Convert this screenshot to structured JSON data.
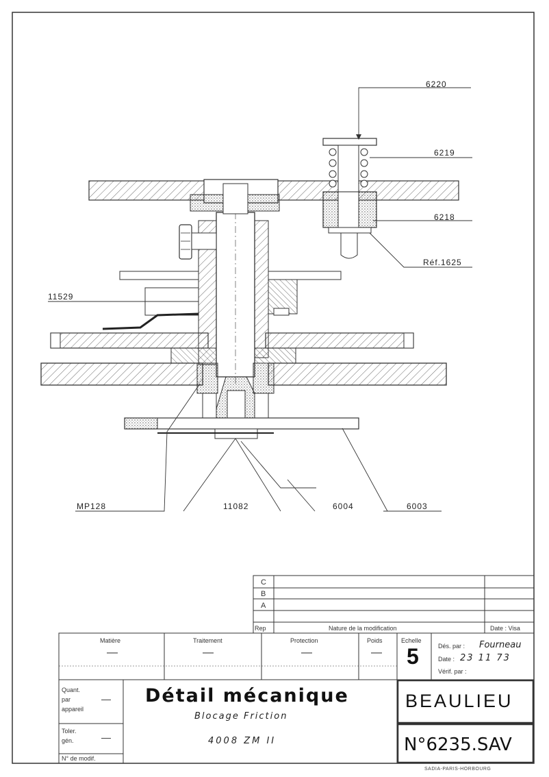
{
  "callouts": {
    "p6220": "6220",
    "p6219": "6219",
    "p6218": "6218",
    "ref1625": "Réf.1625",
    "p11529": "11529",
    "mp128": "MP128",
    "p11082": "11082",
    "p6004": "6004",
    "p6003": "6003"
  },
  "revision": {
    "rows": [
      "C",
      "B",
      "A"
    ],
    "rep_header": "Rep",
    "nature_header": "Nature de la modification",
    "date_visa_header": "Date : Visa"
  },
  "title_block": {
    "matiere_label": "Matière",
    "matiere_value": "—",
    "traitement_label": "Traitement",
    "traitement_value": "—",
    "protection_label": "Protection",
    "protection_value": "—",
    "poids_label": "Poids",
    "poids_value": "—",
    "echelle_label": "Echelle",
    "echelle_value": "5",
    "des_par_label": "Dés. par :",
    "des_par_value": "Fourneau",
    "date_label": "Date :",
    "date_value": "23 11 73",
    "verif_label": "Vérif. par :",
    "quant_label_1": "Quant.",
    "quant_label_2": "par",
    "quant_label_3": "appareil",
    "quant_value": "—",
    "toler_label_1": "Toler.",
    "toler_label_2": "gén.",
    "toler_value": "—",
    "modif_label": "N° de modif.",
    "title": "Détail mécanique",
    "subtitle": "Blocage Friction",
    "model": "4008 ZM II",
    "company": "BEAULIEU",
    "drawing_number": "N°6235.SAV",
    "printer": "SADIA-PARIS-HORBOURG"
  }
}
